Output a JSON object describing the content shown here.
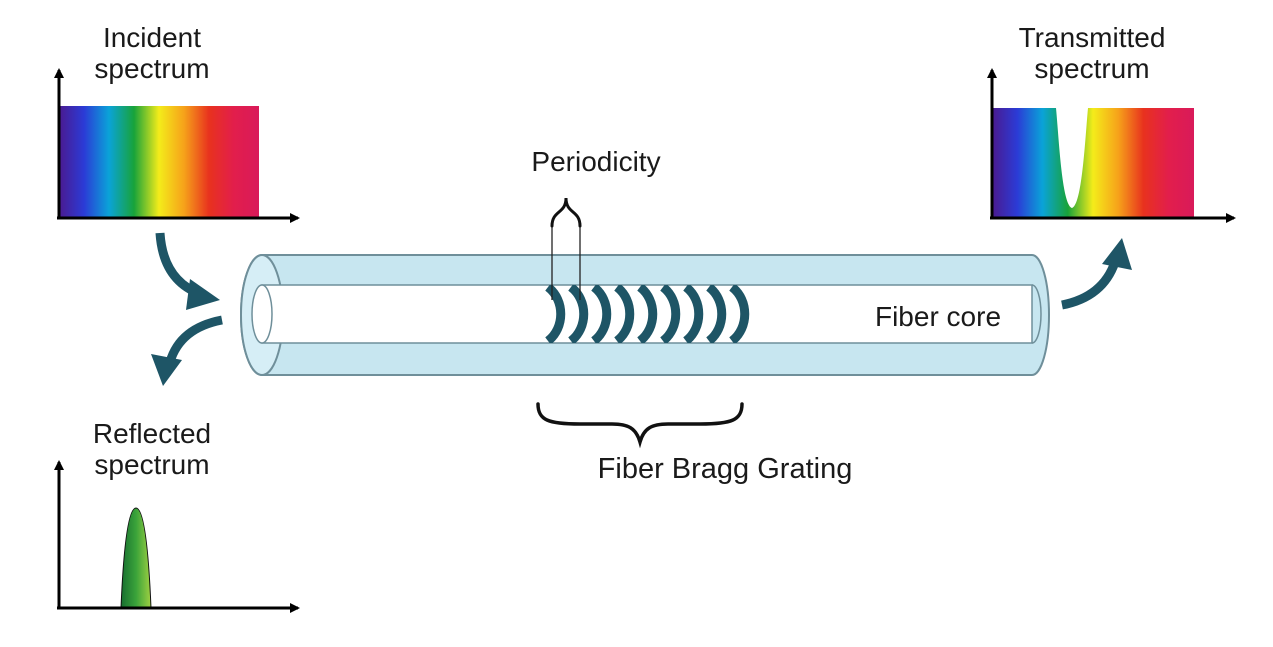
{
  "labels": {
    "incident": [
      "Incident",
      "spectrum"
    ],
    "transmitted": [
      "Transmitted",
      "spectrum"
    ],
    "reflected": [
      "Reflected",
      "spectrum"
    ],
    "periodicity": "Periodicity",
    "fiber_core": "Fiber core",
    "grating": "Fiber Bragg Grating"
  },
  "spectra": {
    "incident": {
      "type": "full-band"
    },
    "transmitted": {
      "type": "notch",
      "notch_position": 0.4
    },
    "reflected": {
      "type": "narrow-peak",
      "peak_position": 0.4
    }
  },
  "grating": {
    "line_count": 9
  },
  "colors": {
    "arrow": "#1e5566",
    "grating": "#1e5566",
    "cladding": "#c7e6f0",
    "cladding_stroke": "#6f8f9a",
    "core": "#ffffff",
    "text": "#1a1a1a",
    "axis": "#000000"
  },
  "spectrum_gradient": [
    "#4b1a8f",
    "#2b3bd6",
    "#0aa3d8",
    "#18a33a",
    "#f4ec1a",
    "#f6a21a",
    "#e8321e",
    "#e21e4c",
    "#d91a5a"
  ],
  "peak_gradient": [
    "#176e30",
    "#3aa33a",
    "#9fd042"
  ]
}
